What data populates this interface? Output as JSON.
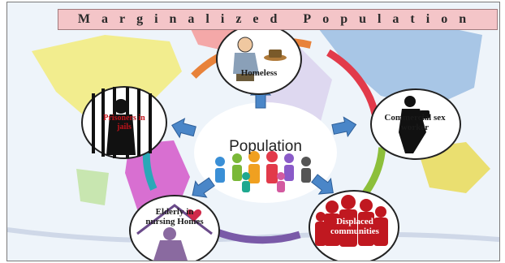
{
  "banner": {
    "title": "Marginalized Population"
  },
  "center": {
    "label": "Population"
  },
  "nodes": [
    {
      "label": "Homeless",
      "color": "#1a1a1a"
    },
    {
      "label": "Commercial sex worker",
      "color": "#1a1a1a"
    },
    {
      "label": "Displaced communities",
      "color": "#ffffff"
    },
    {
      "label": "Elderly in nursing Homes",
      "color": "#1a1a1a"
    },
    {
      "label": "Prisoners in jails",
      "color": "#c0121a"
    }
  ],
  "colors": {
    "banner_bg": "#f4c5c8",
    "arrow": "#4a86c8",
    "ring_segments": [
      "#e8823a",
      "#e23a4a",
      "#8cbf3a",
      "#7a5aa8",
      "#2aa8b8"
    ]
  }
}
